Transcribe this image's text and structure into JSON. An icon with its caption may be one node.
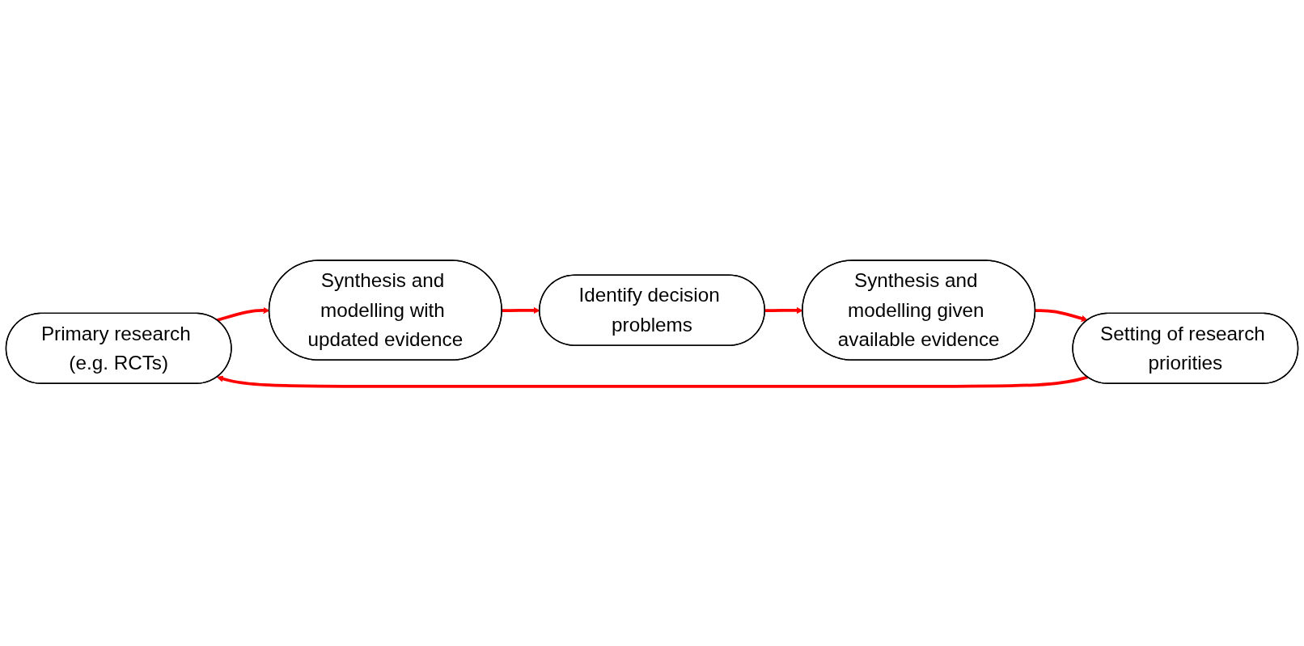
{
  "diagram": {
    "nodes": [
      {
        "text": [
          "Primary research (e.g. RCTs)"
        ]
      },
      {
        "text": [
          "Setting of research priorities"
        ]
      },
      {
        "text": [
          "Synthesis and modelling with updated evidence"
        ]
      },
      {
        "text": [
          "Synthesis and modelling given available evidence"
        ]
      },
      {
        "text": [
          "Identify decision problems"
        ]
      }
    ],
    "edges": [
      {
        "from": 1,
        "to": 0,
        "arrow": "to"
      },
      {
        "from": 0,
        "to": 2,
        "arrow": "to"
      },
      {
        "from": 2,
        "to": 4,
        "arrow": "to"
      },
      {
        "from": 4,
        "to": 3,
        "arrow": "to"
      },
      {
        "from": 3,
        "to": 1,
        "arrow": "to"
      }
    ]
  }
}
